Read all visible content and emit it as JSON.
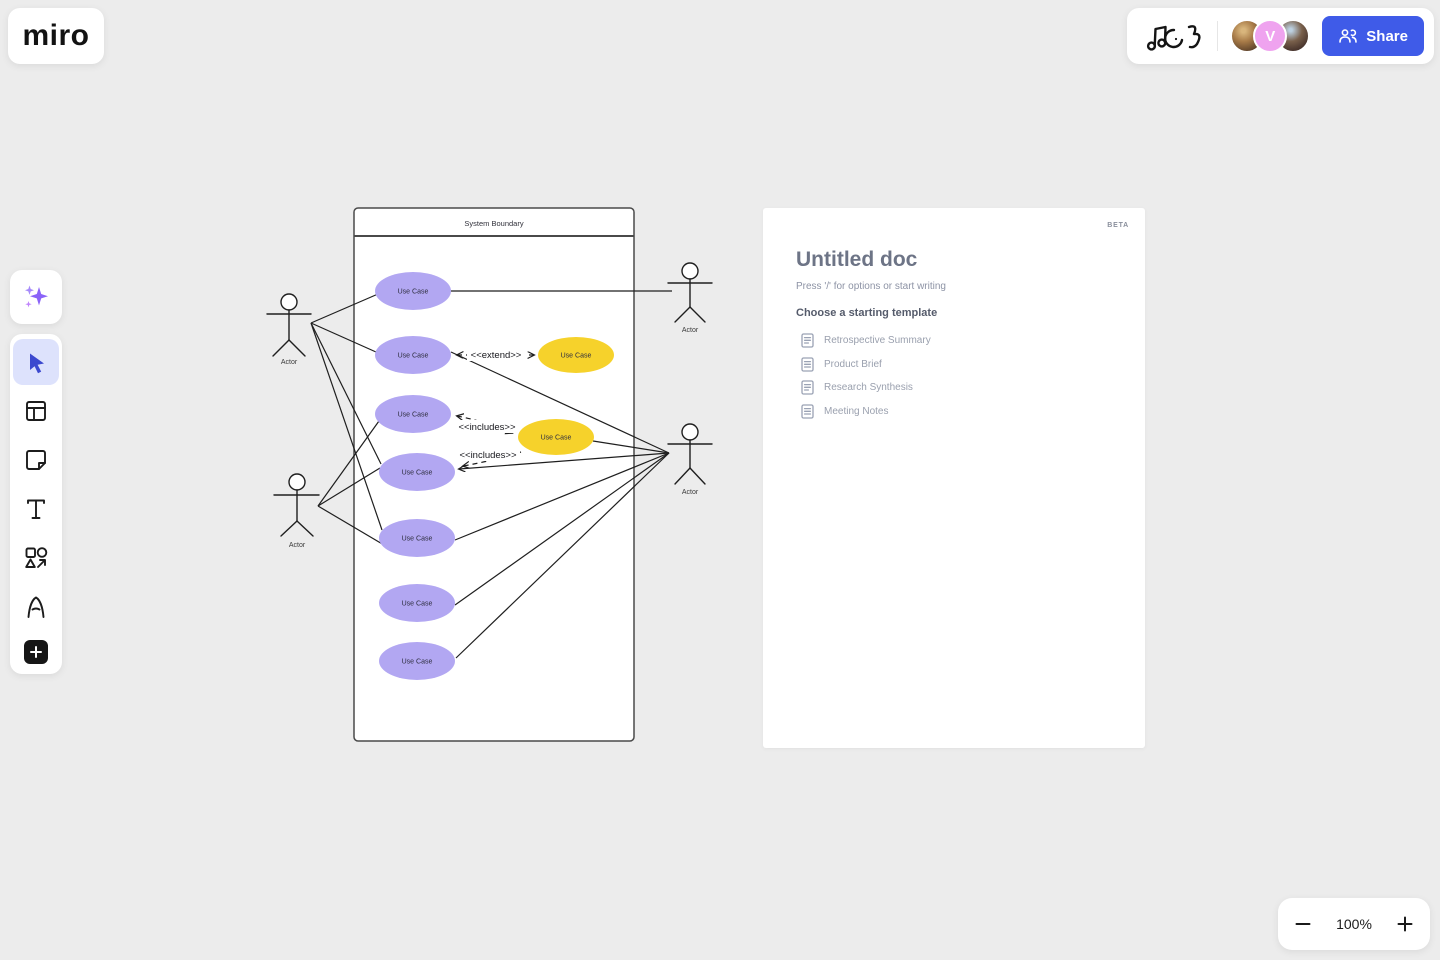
{
  "app": {
    "logo_text": "miro"
  },
  "header": {
    "doodle_icon": "music-notes-doodle",
    "collaborators": [
      {
        "type": "photo-avatar",
        "initial": ""
      },
      {
        "type": "initial-avatar",
        "initial": "V"
      },
      {
        "type": "photo-avatar",
        "initial": ""
      }
    ],
    "share_label": "Share",
    "share_color": "#3f5be8"
  },
  "toolbar": {
    "ai_button_icon": "ai-sparkles-icon",
    "items": [
      {
        "name": "select",
        "icon": "cursor-icon",
        "active": true
      },
      {
        "name": "templates",
        "icon": "templates-icon",
        "active": false
      },
      {
        "name": "sticky-note",
        "icon": "sticky-note-icon",
        "active": false
      },
      {
        "name": "text",
        "icon": "text-icon",
        "active": false
      },
      {
        "name": "shapes",
        "icon": "shapes-icon",
        "active": false
      },
      {
        "name": "pen",
        "icon": "pen-icon",
        "active": false
      },
      {
        "name": "add-more",
        "icon": "plus-icon",
        "active": false
      }
    ]
  },
  "diagram": {
    "system_boundary_label": "System Boundary",
    "use_case_label": "Use Case",
    "actor_label": "Actor",
    "extend_label": "<<extend>>",
    "includes_label": "<<includes>>",
    "counts": {
      "purple_use_cases": 7,
      "yellow_use_cases": 2,
      "actors": 4
    },
    "colors": {
      "use_case_primary": "#b2a7f2",
      "use_case_accent": "#f6d22b",
      "connector": "#1f1f1f"
    }
  },
  "doc_panel": {
    "beta_badge": "BETA",
    "title": "Untitled doc",
    "hint": "Press '/' for options or start writing",
    "templates_heading": "Choose a starting template",
    "templates": [
      "Retrospective Summary",
      "Product Brief",
      "Research Synthesis",
      "Meeting Notes"
    ]
  },
  "zoom_controls": {
    "zoom_out_icon": "minus-icon",
    "zoom_level": "100%",
    "zoom_in_icon": "plus-icon"
  }
}
